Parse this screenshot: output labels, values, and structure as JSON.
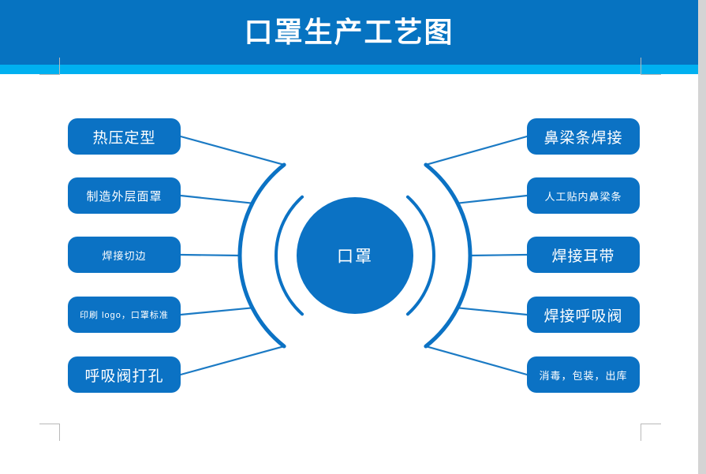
{
  "header": {
    "title": "口罩生产工艺图",
    "band_color": "#0673c1",
    "accent_color": "#00b0f0"
  },
  "diagram": {
    "type": "radial-process-flow",
    "center": {
      "label": "口罩",
      "color": "#0b72c4"
    },
    "accent_color": "#0b72c4",
    "line_color": "#1b7ac4",
    "left_nodes": [
      {
        "label": "热压定型",
        "size": "lg"
      },
      {
        "label": "制造外层面罩",
        "size": "md"
      },
      {
        "label": "焊接切边",
        "size": "sm"
      },
      {
        "label": "印刷 logo，口罩标准",
        "size": "xs"
      },
      {
        "label": "呼吸阀打孔",
        "size": "lg"
      }
    ],
    "right_nodes": [
      {
        "label": "鼻梁条焊接",
        "size": "lg"
      },
      {
        "label": "人工贴内鼻梁条",
        "size": "sm"
      },
      {
        "label": "焊接耳带",
        "size": "lg"
      },
      {
        "label": "焊接呼吸阀",
        "size": "lg"
      },
      {
        "label": "消毒，包装，出库",
        "size": "sm"
      }
    ]
  }
}
